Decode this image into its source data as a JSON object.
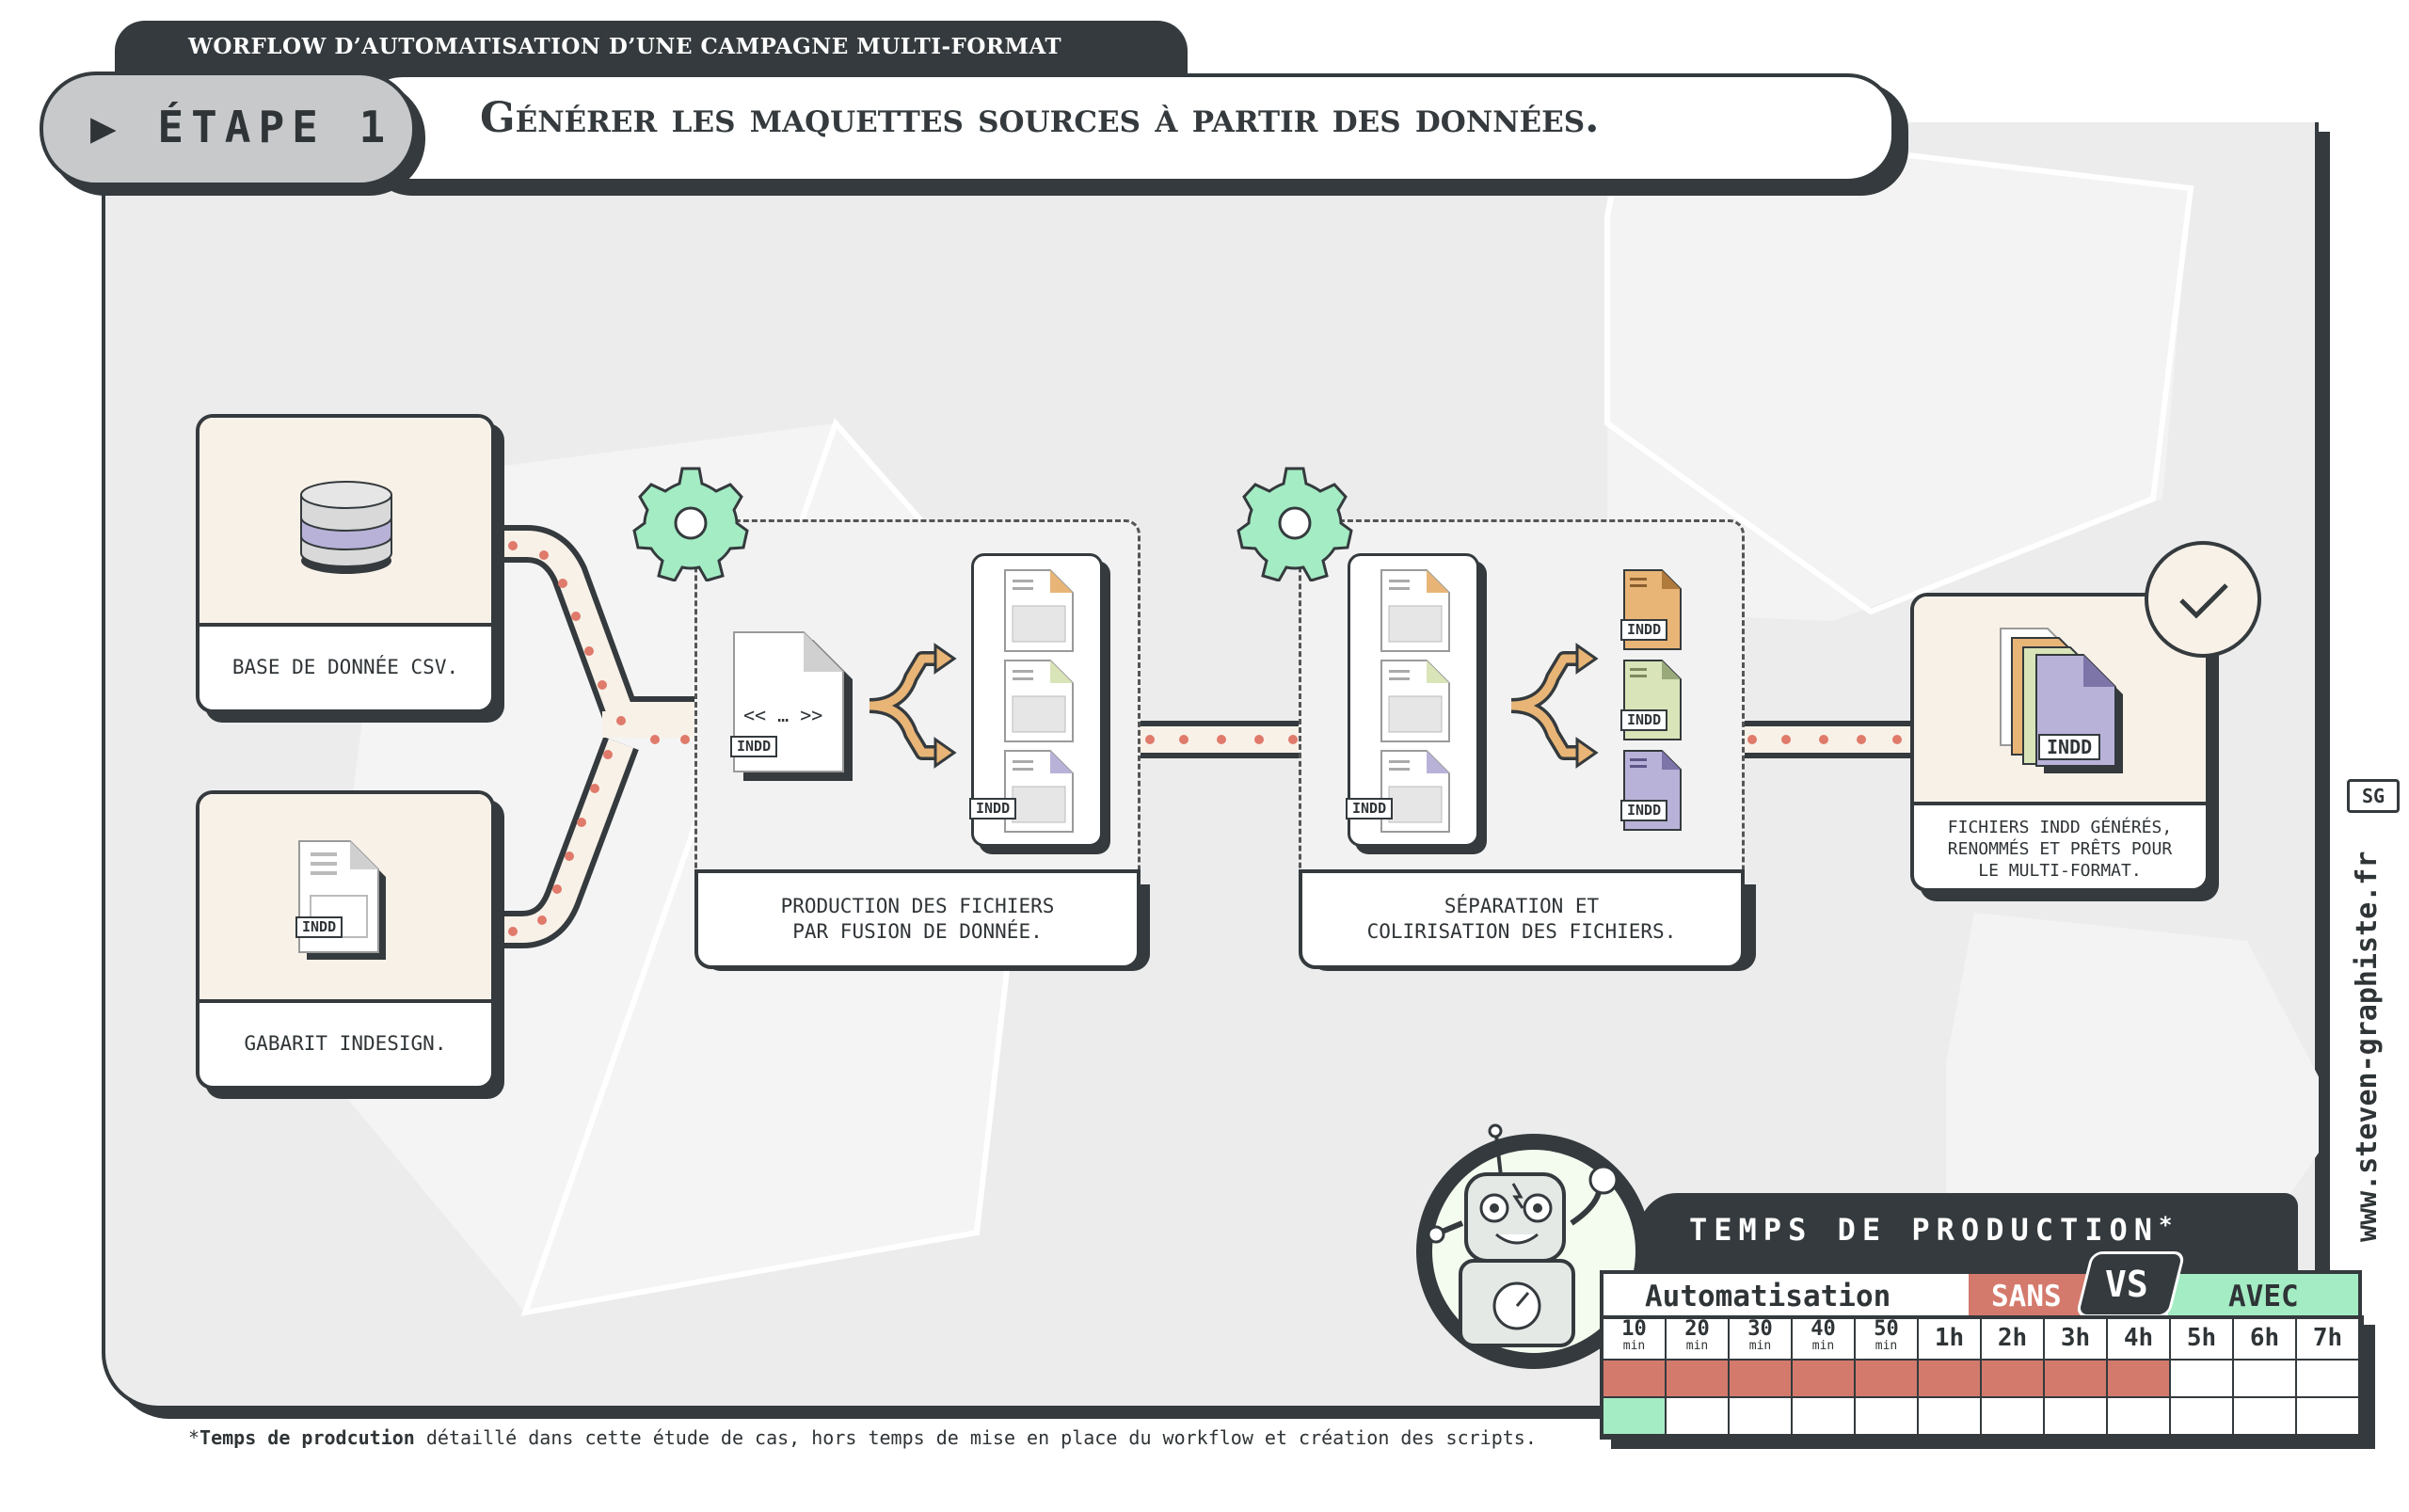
{
  "header": {
    "top_tab": "WORFLOW D’AUTOMATISATION D’UNE CAMPAGNE MULTI-FORMAT",
    "step": "▶ ÉTAPE 1",
    "title": "Générer les maquettes sources à partir des données."
  },
  "inputs": {
    "csv_label": "BASE DE DONNÉE CSV.",
    "template_label": "GABARIT INDESIGN.",
    "template_tag": "INDD"
  },
  "merge": {
    "label": "PRODUCTION DES FICHIERS\nPAR FUSION DE DONNÉE.",
    "source_text": "<< … >>",
    "source_tag": "INDD",
    "stack_tag": "INDD"
  },
  "split": {
    "label": "SÉPARATION ET\nCOLIRISATION DES FICHIERS.",
    "stack_tag": "INDD",
    "file_tags": [
      "INDD",
      "INDD",
      "INDD"
    ]
  },
  "output": {
    "label": "FICHIERS INDD GÉNÉRÉS,\nRENOMMÉS ET PRÊTS POUR\nLE MULTI-FORMAT.",
    "tag": "INDD"
  },
  "production_time": {
    "title": "TEMPS DE PRODUCTION",
    "title_mark": "*",
    "row_label": "Automatisation",
    "sans": "SANS",
    "vs": "VS",
    "avec": "AVEC",
    "columns": [
      {
        "value": "10",
        "unit": "min"
      },
      {
        "value": "20",
        "unit": "min"
      },
      {
        "value": "30",
        "unit": "min"
      },
      {
        "value": "40",
        "unit": "min"
      },
      {
        "value": "50",
        "unit": "min"
      },
      {
        "value": "1h",
        "unit": ""
      },
      {
        "value": "2h",
        "unit": ""
      },
      {
        "value": "3h",
        "unit": ""
      },
      {
        "value": "4h",
        "unit": ""
      },
      {
        "value": "5h",
        "unit": ""
      },
      {
        "value": "6h",
        "unit": ""
      },
      {
        "value": "7h",
        "unit": ""
      }
    ],
    "sans_filled_columns": 9,
    "avec_filled_columns": 1
  },
  "footnote": {
    "mark": "*",
    "bold": "Temps de prodcution",
    "rest": " détaillé dans cette étude de cas, hors temps de mise en place du workflow et création des scripts."
  },
  "website": "www.steven-graphiste.fr",
  "logo": "SG",
  "colors": {
    "dark": "#343a3d",
    "cream": "#f8f1e8",
    "green": "#a4ecc4",
    "red": "#d47a6d",
    "orange": "#e8b577",
    "lime": "#d9e4b8",
    "purple": "#b9b2d8",
    "path_dot": "#e07a6a"
  }
}
